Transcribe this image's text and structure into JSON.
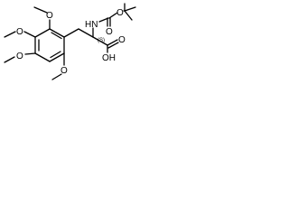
{
  "molecule": {
    "labels": {
      "o_top_left": "O",
      "o_left": "O",
      "o_mid_left": "O",
      "o_bottom": "O",
      "hn": "HN",
      "o_carbamate_ether": "O",
      "o_carbamate_carbonyl": "O",
      "oh": "OH",
      "o_acid_carbonyl": "O",
      "stereo_tag": "(S)"
    },
    "colors": {
      "bond": "#000000",
      "text": "#000000",
      "background": "#ffffff"
    }
  }
}
